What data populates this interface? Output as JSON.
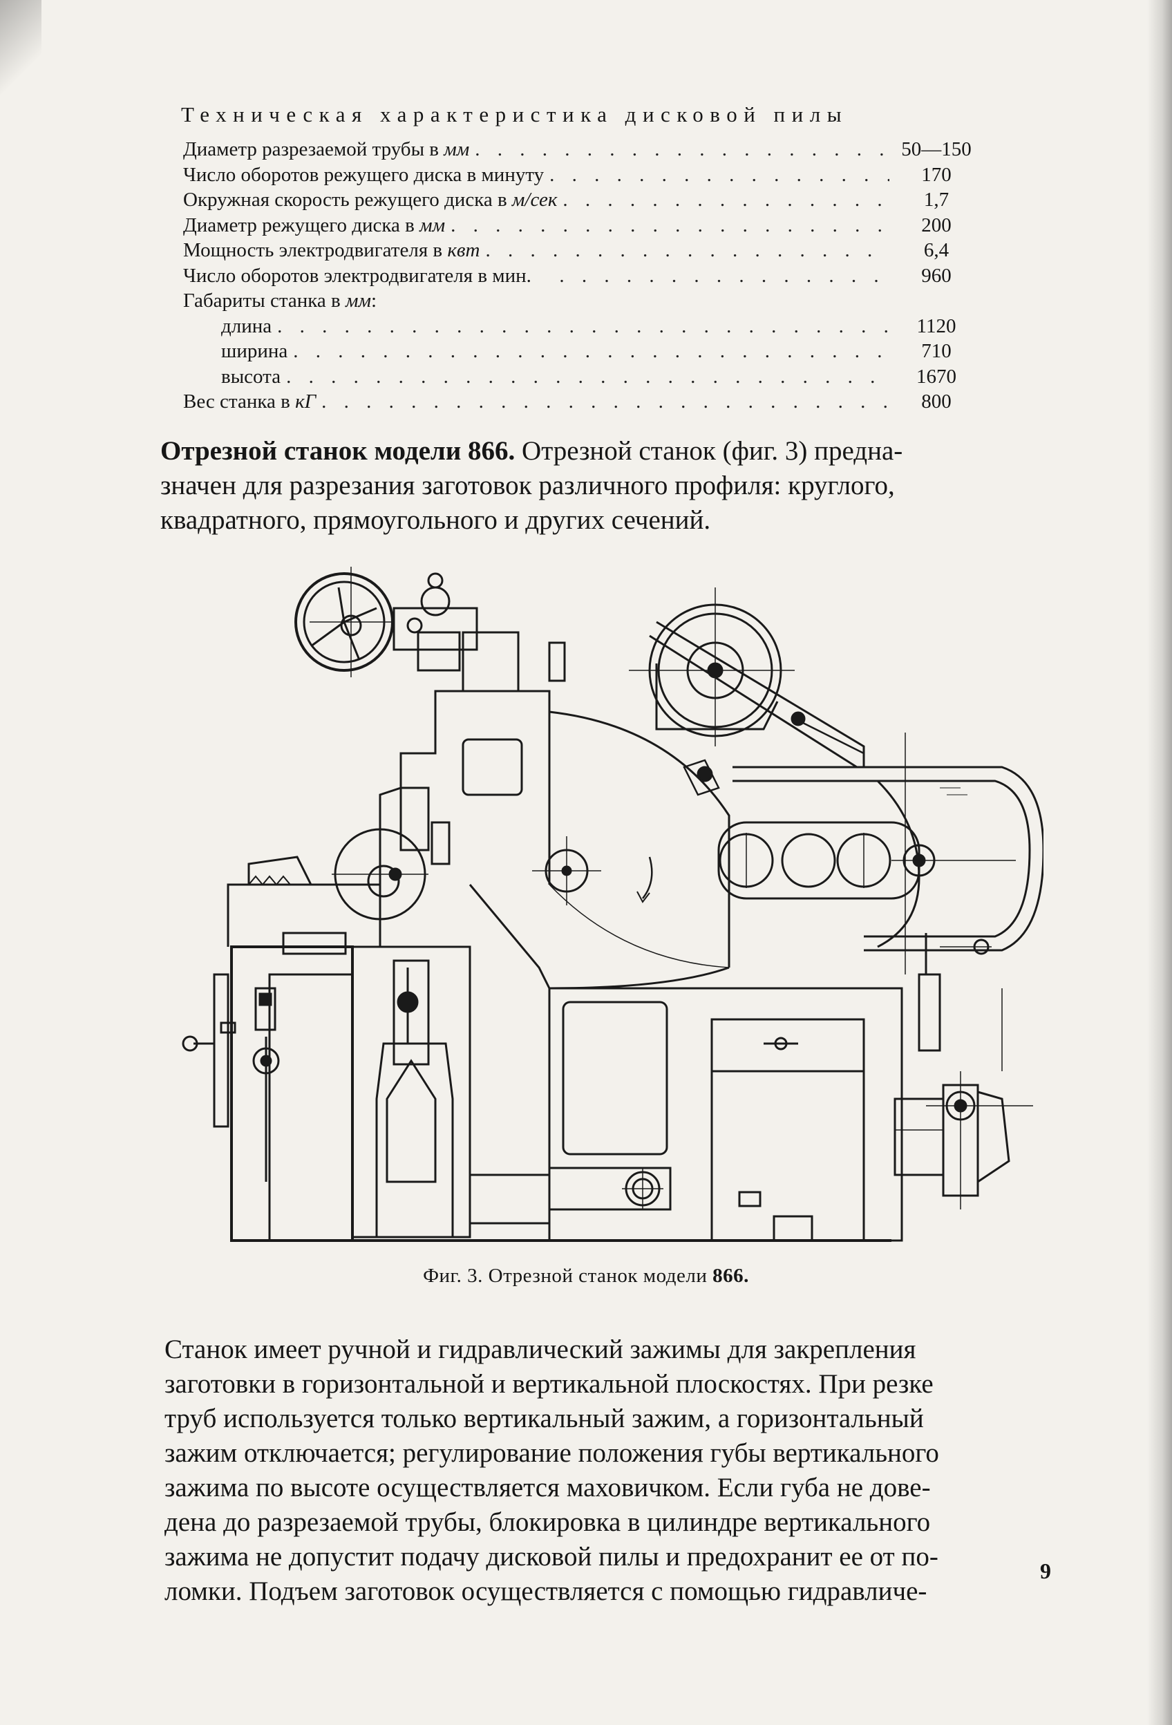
{
  "spec": {
    "title": "Техническая характеристика дисковой пилы",
    "rows": [
      {
        "label": "Диаметр разрезаемой трубы в ",
        "unit": "мм",
        "value": "50—150"
      },
      {
        "label": "Число оборотов режущего диска в минуту",
        "unit": "",
        "value": "170"
      },
      {
        "label": "Окружная скорость режущего диска в ",
        "unit": "м/сек",
        "value": "1,7"
      },
      {
        "label": "Диаметр режущего диска в ",
        "unit": "мм",
        "value": "200"
      },
      {
        "label": "Мощность электродвигателя в ",
        "unit": "квт",
        "value": "6,4"
      },
      {
        "label": "Число оборотов электродвигателя в мин.",
        "unit": "",
        "value": "960"
      },
      {
        "label": "Габариты станка в ",
        "unit": "мм",
        "suffix": ":",
        "value": ""
      },
      {
        "label": "длина",
        "unit": "",
        "value": "1120"
      },
      {
        "label": "ширина",
        "unit": "",
        "value": "710"
      },
      {
        "label": "высота",
        "unit": "",
        "value": "1670"
      },
      {
        "label": "Вес станка в ",
        "unit": "кГ",
        "value": "800"
      }
    ]
  },
  "intro": {
    "heading": "Отрезной станок модели 866.",
    "lines": [
      " Отрезной станок (фиг. 3) предна-",
      "значен для разрезания заготовок различного профиля: круглого,",
      "квадратного, прямоугольного и других сечений."
    ]
  },
  "figure": {
    "caption_prefix": "Фиг. 3.",
    "caption_text": " Отрезной станок модели ",
    "caption_model": "866."
  },
  "body": {
    "lines": [
      "Станок имеет ручной и гидравлический зажимы для закрепления",
      "заготовки в горизонтальной и вертикальной плоскостях. При резке",
      "труб используется только вертикальный зажим, а горизонтальный",
      "зажим отключается; регулирование положения губы вертикального",
      "зажима по высоте осуществляется маховичком. Если губа не дове-",
      "дена до разрезаемой трубы, блокировка в цилиндре вертикального",
      "зажима не допустит подачу дисковой пилы и предохранит ее от по-",
      "ломки. Подъем заготовок осуществляется с помощью гидравличе-"
    ]
  },
  "page_number": "9"
}
